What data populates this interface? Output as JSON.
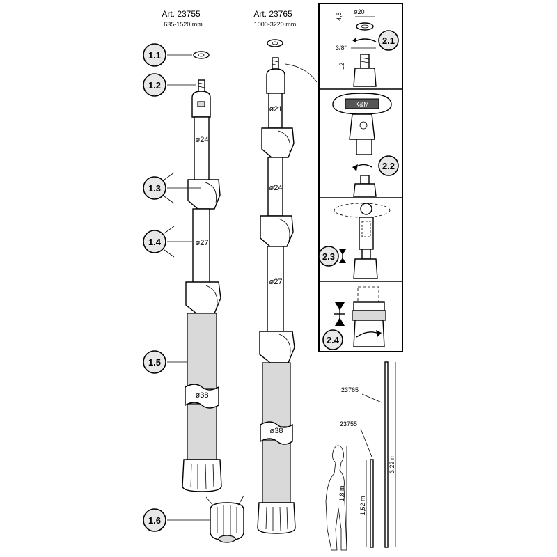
{
  "products": [
    {
      "article": "Art. 23755",
      "range": "635-1520 mm"
    },
    {
      "article": "Art. 23765",
      "range": "1000-3220 mm"
    }
  ],
  "callouts": [
    "1.1",
    "1.2",
    "1.3",
    "1.4",
    "1.5",
    "1.6"
  ],
  "diameters": {
    "left": [
      "ø24",
      "ø27",
      "ø38"
    ],
    "right": [
      "ø21",
      "ø24",
      "ø27",
      "ø38"
    ]
  },
  "steps": [
    "2.1",
    "2.2",
    "2.3",
    "2.4"
  ],
  "detail": {
    "ring_diameter": "ø20",
    "ring_height": "4,5",
    "thread": "3/8\"",
    "thread_length": "12",
    "brand": "K&M"
  },
  "height_compare": {
    "person": "1,8 m",
    "short_pole": {
      "article": "23755",
      "height": "1,52 m"
    },
    "long_pole": {
      "article": "23765",
      "height": "3,22 m"
    }
  }
}
